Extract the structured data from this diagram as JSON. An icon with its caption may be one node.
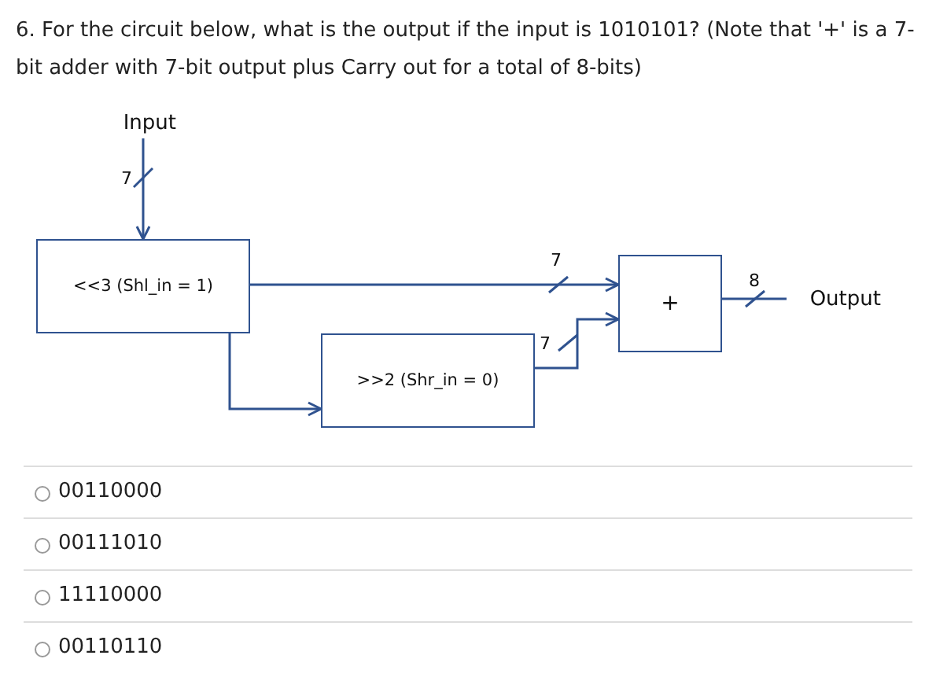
{
  "diagram": {
    "title": "6. For the circuit below, what is the output if the input is 1010101? (Note that '+' is a 7-bit adder with 7-bit output plus Carry out for a total of 8-bits)",
    "nodes": [
      {
        "text": [
          "Input"
        ]
      },
      {
        "text": [
          "<<3 (Shl_in = 1)"
        ]
      },
      {
        "text": [
          ">>2 (Shr_in = 0)"
        ]
      },
      {
        "text": [
          "+"
        ]
      },
      {
        "text": [
          "Output"
        ]
      }
    ],
    "edges": [
      {
        "from": 0,
        "to": 1,
        "arrow": "to",
        "label": "7"
      },
      {
        "from": 1,
        "to": 3,
        "arrow": "to",
        "label": "7"
      },
      {
        "from": 1,
        "to": 2,
        "arrow": "to"
      },
      {
        "from": 2,
        "to": 3,
        "arrow": "to",
        "label": "7"
      },
      {
        "from": 3,
        "to": 4,
        "arrow": "none",
        "label": "8"
      }
    ],
    "labels": [
      "00110000",
      "00111010",
      "11110000",
      "00110110"
    ]
  }
}
